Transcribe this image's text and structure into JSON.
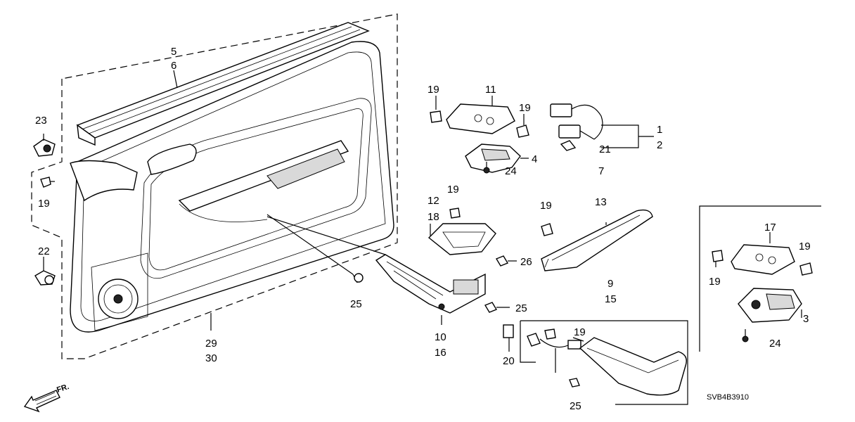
{
  "labels": {
    "l1": "1",
    "l2": "2",
    "l3": "3",
    "l4": "4",
    "l5": "5",
    "l6": "6",
    "l7": "7",
    "l9": "9",
    "l10": "10",
    "l11": "11",
    "l12": "12",
    "l13": "13",
    "l15": "15",
    "l16": "16",
    "l17": "17",
    "l18": "18",
    "l19a": "19",
    "l19b": "19",
    "l19c": "19",
    "l19d": "19",
    "l19e": "19",
    "l19f": "19",
    "l19g": "19",
    "l19h": "19",
    "l20": "20",
    "l21": "21",
    "l22": "22",
    "l23": "23",
    "l24a": "24",
    "l24b": "24",
    "l25a": "25",
    "l25b": "25",
    "l25c": "25",
    "l26": "26",
    "l29": "29",
    "l30": "30"
  },
  "direction": "FR.",
  "diagram_code": "SVB4B3910"
}
